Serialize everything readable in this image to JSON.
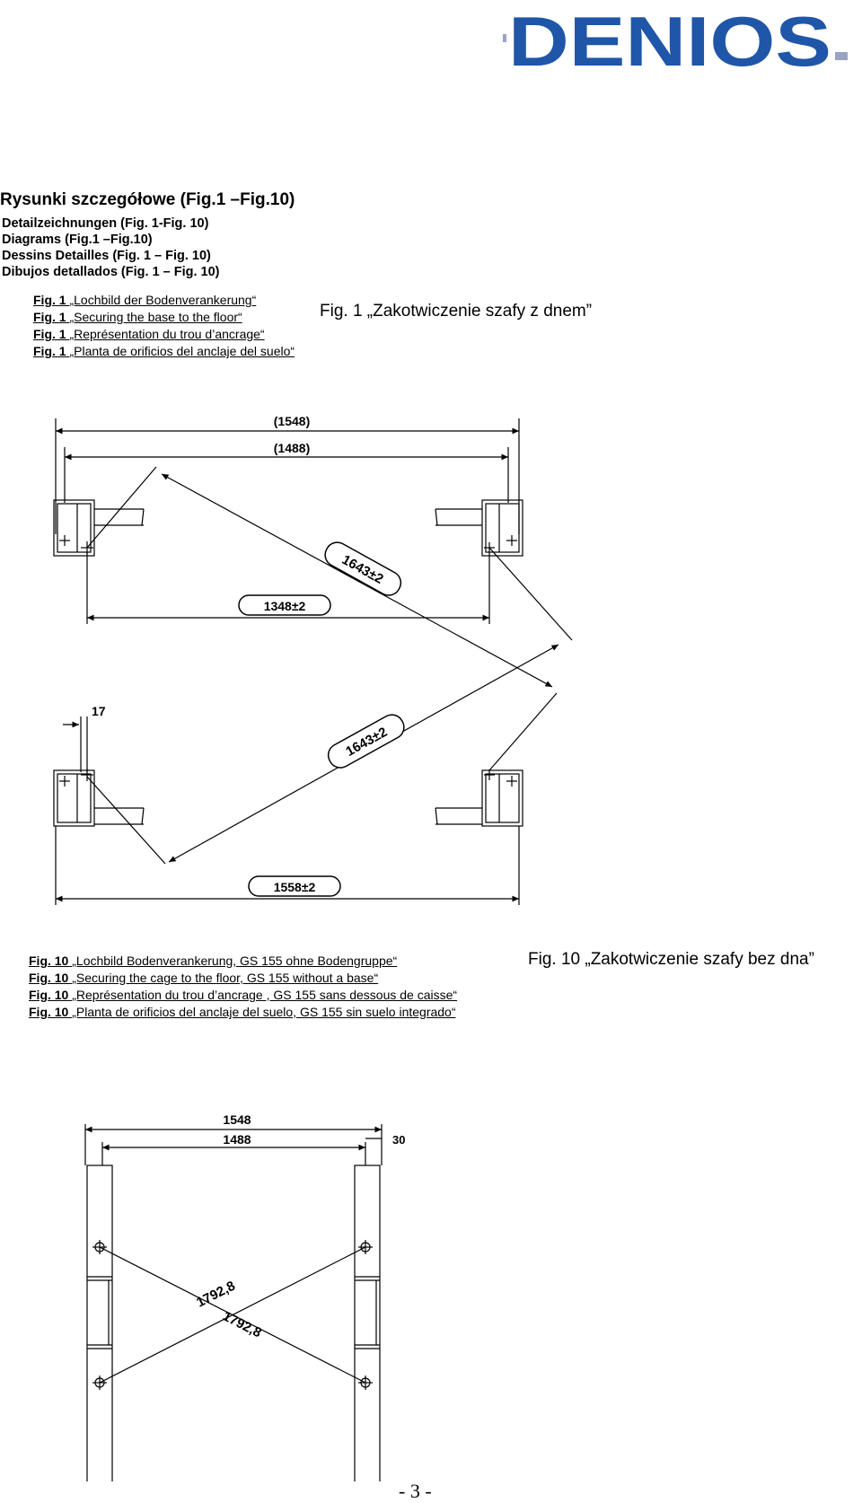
{
  "logo": {
    "text": "DENIOS",
    "brand_color": "#1f56a8",
    "accent_color": "#9aa3c3"
  },
  "title": "Rysunki szczegółowe (Fig.1 –Fig.10)",
  "subtitles": [
    "Detailzeichnungen (Fig. 1-Fig. 10)",
    "Diagrams (Fig.1 –Fig.10)",
    "Dessins Detailles (Fig. 1 – Fig. 10)",
    "Dibujos detallados (Fig. 1 – Fig. 10)"
  ],
  "fig1": {
    "prefix": "Fig. 1",
    "captions": [
      "„Lochbild der Bodenverankerung“",
      "„Securing the base to the floor“",
      "„Représentation du trou d’ancrage“",
      "„Planta de orificios del anclaje del suelo“"
    ],
    "polish_caption": "Fig. 1 „Zakotwiczenie szafy z dnem”",
    "dims": {
      "outer": "(1548)",
      "inner": "(1488)",
      "diag1": "1643±2",
      "span_top": "1348±2",
      "offset": "17",
      "diag2": "1643±2",
      "span_bottom": "1558±2"
    }
  },
  "fig10": {
    "prefix": "Fig. 10",
    "captions": [
      "„Lochbild Bodenverankerung, GS 155 ohne Bodengruppe“",
      "„Securing the cage to the floor, GS 155 without a base“",
      "„Représentation du trou d’ancrage , GS 155 sans dessous de caisse“",
      "„Planta de orificios del anclaje del suelo, GS 155 sin suelo integrado“"
    ],
    "polish_caption": "Fig. 10 „Zakotwiczenie szafy bez dna”",
    "dims": {
      "outer": "1548",
      "inner": "1488",
      "side": "30",
      "diag1": "1792,8",
      "diag2": "1792,8"
    }
  },
  "page_number": "- 3 -"
}
